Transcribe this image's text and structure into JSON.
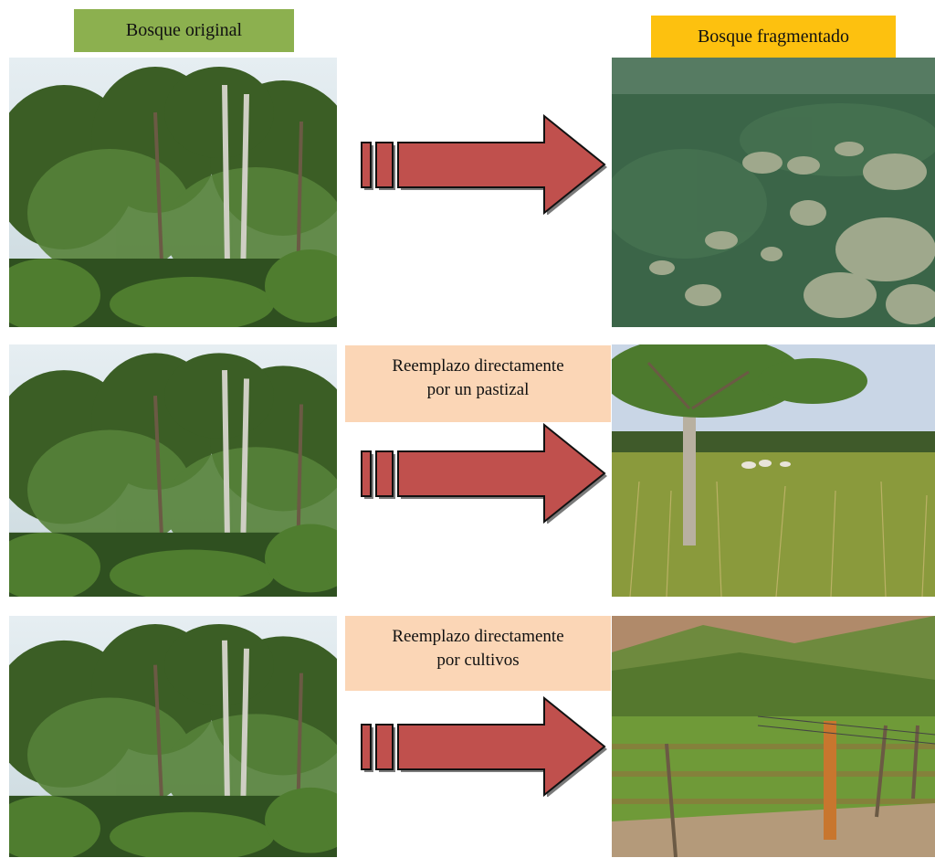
{
  "headers": {
    "left": "Bosque original",
    "right": "Bosque fragmentado"
  },
  "rows": [
    {
      "label_line1": "",
      "label_line2": "",
      "result_image": "aerial-fragmented-forest"
    },
    {
      "label_line1": "Reemplazo directamente",
      "label_line2": "por un pastizal",
      "result_image": "cattle-pasture-with-tree"
    },
    {
      "label_line1": "Reemplazo directamente",
      "label_line2": "por cultivos",
      "result_image": "crop-field-with-fence"
    }
  ],
  "icons": {
    "arrow": "right-arrow-icon"
  },
  "colors": {
    "header_left_bg": "#8cb04f",
    "header_right_bg": "#fdc10f",
    "label_bg": "#fbd6b6",
    "arrow_fill": "#c0504d",
    "arrow_stroke": "#111111"
  }
}
